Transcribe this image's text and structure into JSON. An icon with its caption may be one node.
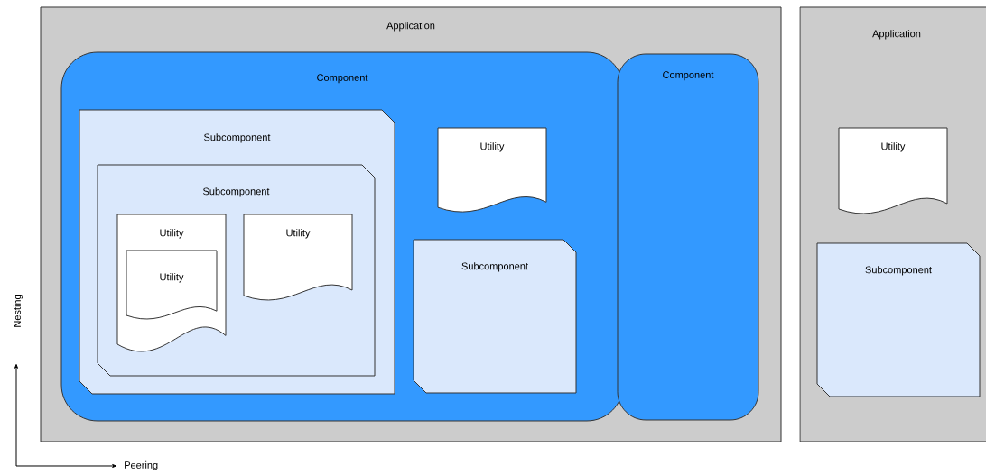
{
  "diagram": {
    "nodes": [
      {
        "text": [
          "Application"
        ]
      },
      {
        "text": [
          "Component"
        ],
        "in": 0
      },
      {
        "text": [
          "Subcomponent"
        ],
        "in": 1
      },
      {
        "text": [
          "Subcomponent"
        ],
        "in": 2
      },
      {
        "text": [
          "Utility"
        ],
        "in": 3
      },
      {
        "text": [
          "Utility"
        ],
        "in": 4
      },
      {
        "text": [
          "Utility"
        ],
        "in": 3
      },
      {
        "text": [
          "Utility"
        ],
        "in": 1
      },
      {
        "text": [
          "Subcomponent"
        ],
        "in": 1
      },
      {
        "text": [
          "Component"
        ],
        "in": 0
      },
      {
        "text": [
          "Application"
        ]
      },
      {
        "text": [
          "Utility"
        ],
        "in": 10
      },
      {
        "text": [
          "Subcomponent"
        ],
        "in": 10
      }
    ],
    "edges": [],
    "labels": [
      "Nesting",
      "Peering"
    ]
  }
}
